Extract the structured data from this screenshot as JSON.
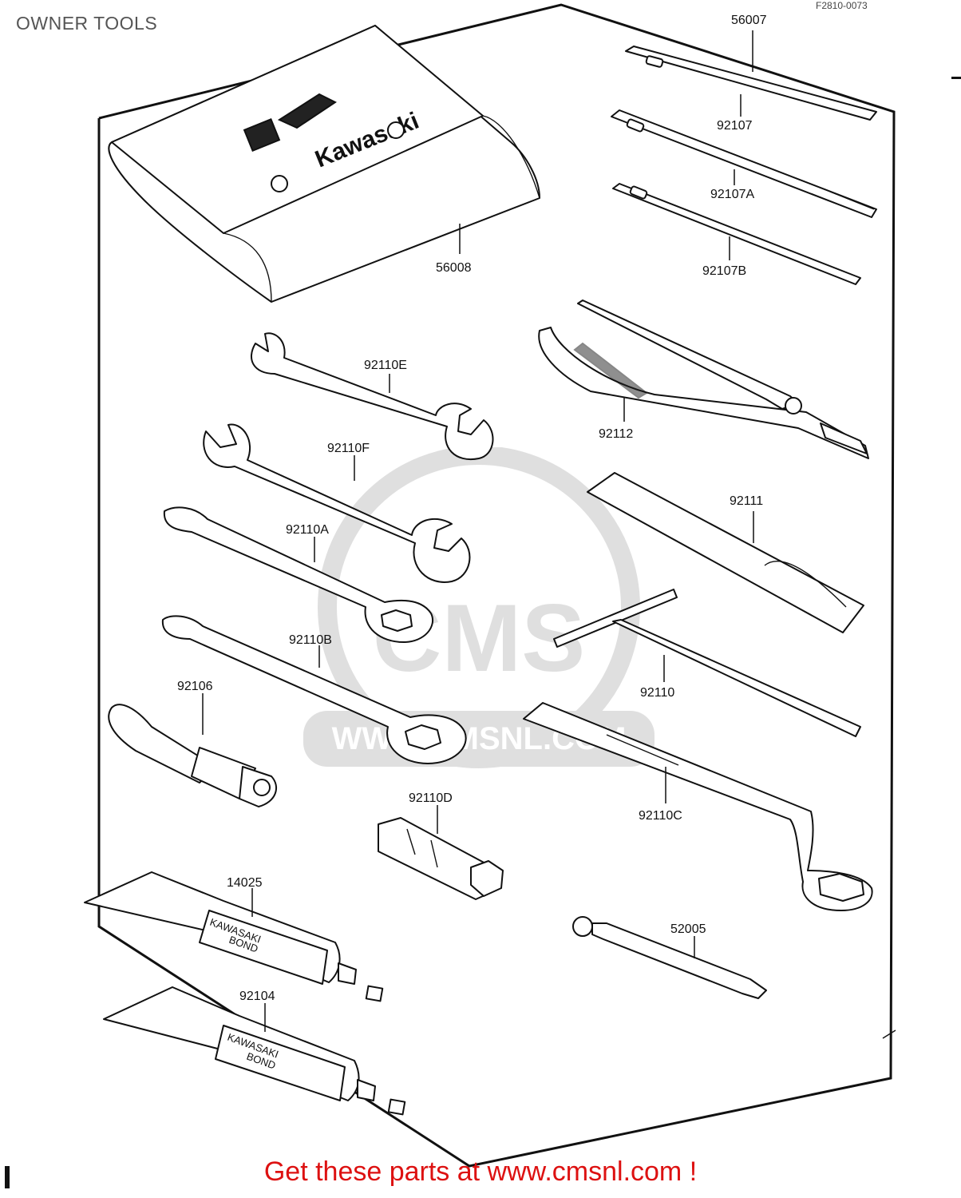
{
  "page": {
    "title": "OWNER TOOLS",
    "diagram_code": "F2810-0073",
    "footer": "Get these parts at www.cmsnl.com !"
  },
  "bag": {
    "brand": "Kawasaki"
  },
  "watermark": {
    "brand": "CMS",
    "url": "WWW.CMSNL.COM"
  },
  "tube_print": {
    "line1": "KAWASAKI",
    "line2": "BOND"
  },
  "parts": {
    "p56007": "56007",
    "p92107": "92107",
    "p92107A": "92107A",
    "p92107B": "92107B",
    "p56008": "56008",
    "p92110E": "92110E",
    "p92112": "92112",
    "p92110F": "92110F",
    "p92111": "92111",
    "p92110A": "92110A",
    "p92110B": "92110B",
    "p92110": "92110",
    "p92106": "92106",
    "p92110D": "92110D",
    "p92110C": "92110C",
    "p14025": "14025",
    "p52005": "52005",
    "p92104": "92104"
  },
  "colors": {
    "footer": "#dd1111",
    "ink": "#111111",
    "title": "#555555"
  }
}
